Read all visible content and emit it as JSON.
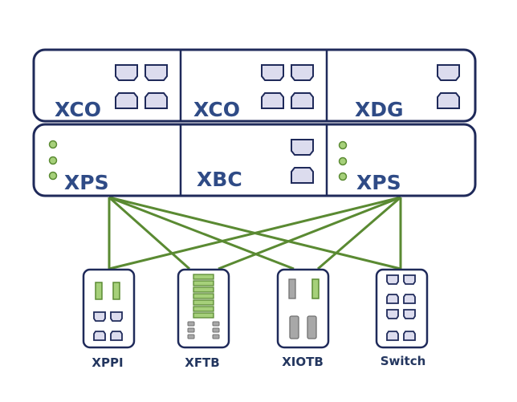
{
  "chassis": {
    "top_row": [
      {
        "label": "XCO"
      },
      {
        "label": "XCO"
      },
      {
        "label": "XDG"
      }
    ],
    "bottom_row": [
      {
        "label": "XPS"
      },
      {
        "label": "XBC"
      },
      {
        "label": "XPS"
      }
    ]
  },
  "devices": [
    {
      "label": "XPPI"
    },
    {
      "label": "XFTB"
    },
    {
      "label": "XIOTB"
    },
    {
      "label": "Switch"
    }
  ],
  "colors": {
    "outline": "#1f2a5a",
    "module_fill": "#dcdcee",
    "link_green": "#5a8a32",
    "led_green": "#a6d07a",
    "label_blue": "#2f4b86"
  }
}
